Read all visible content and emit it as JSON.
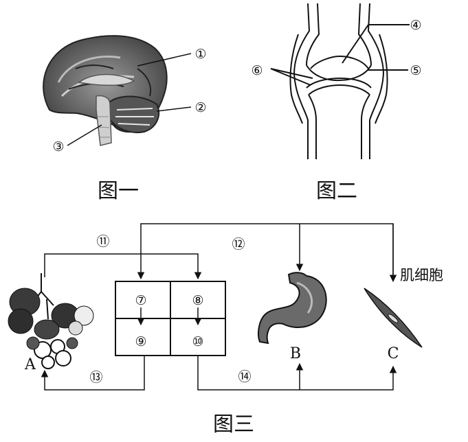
{
  "figure1": {
    "caption": "图一",
    "labels": {
      "l1": "①",
      "l2": "②",
      "l3": "③"
    }
  },
  "figure2": {
    "caption": "图二",
    "labels": {
      "l4": "④",
      "l5": "⑤",
      "l6": "⑥"
    }
  },
  "figure3": {
    "caption": "图三",
    "heart": {
      "q7": "⑦",
      "q8": "⑧",
      "q9": "⑨",
      "q10": "⑩"
    },
    "paths": {
      "p11": "⑪",
      "p12": "⑫",
      "p13": "⑬",
      "p14": "⑭"
    },
    "organs": {
      "a": "A",
      "b": "B",
      "c": "C"
    },
    "muscle_cell_text": "肌细胞"
  }
}
